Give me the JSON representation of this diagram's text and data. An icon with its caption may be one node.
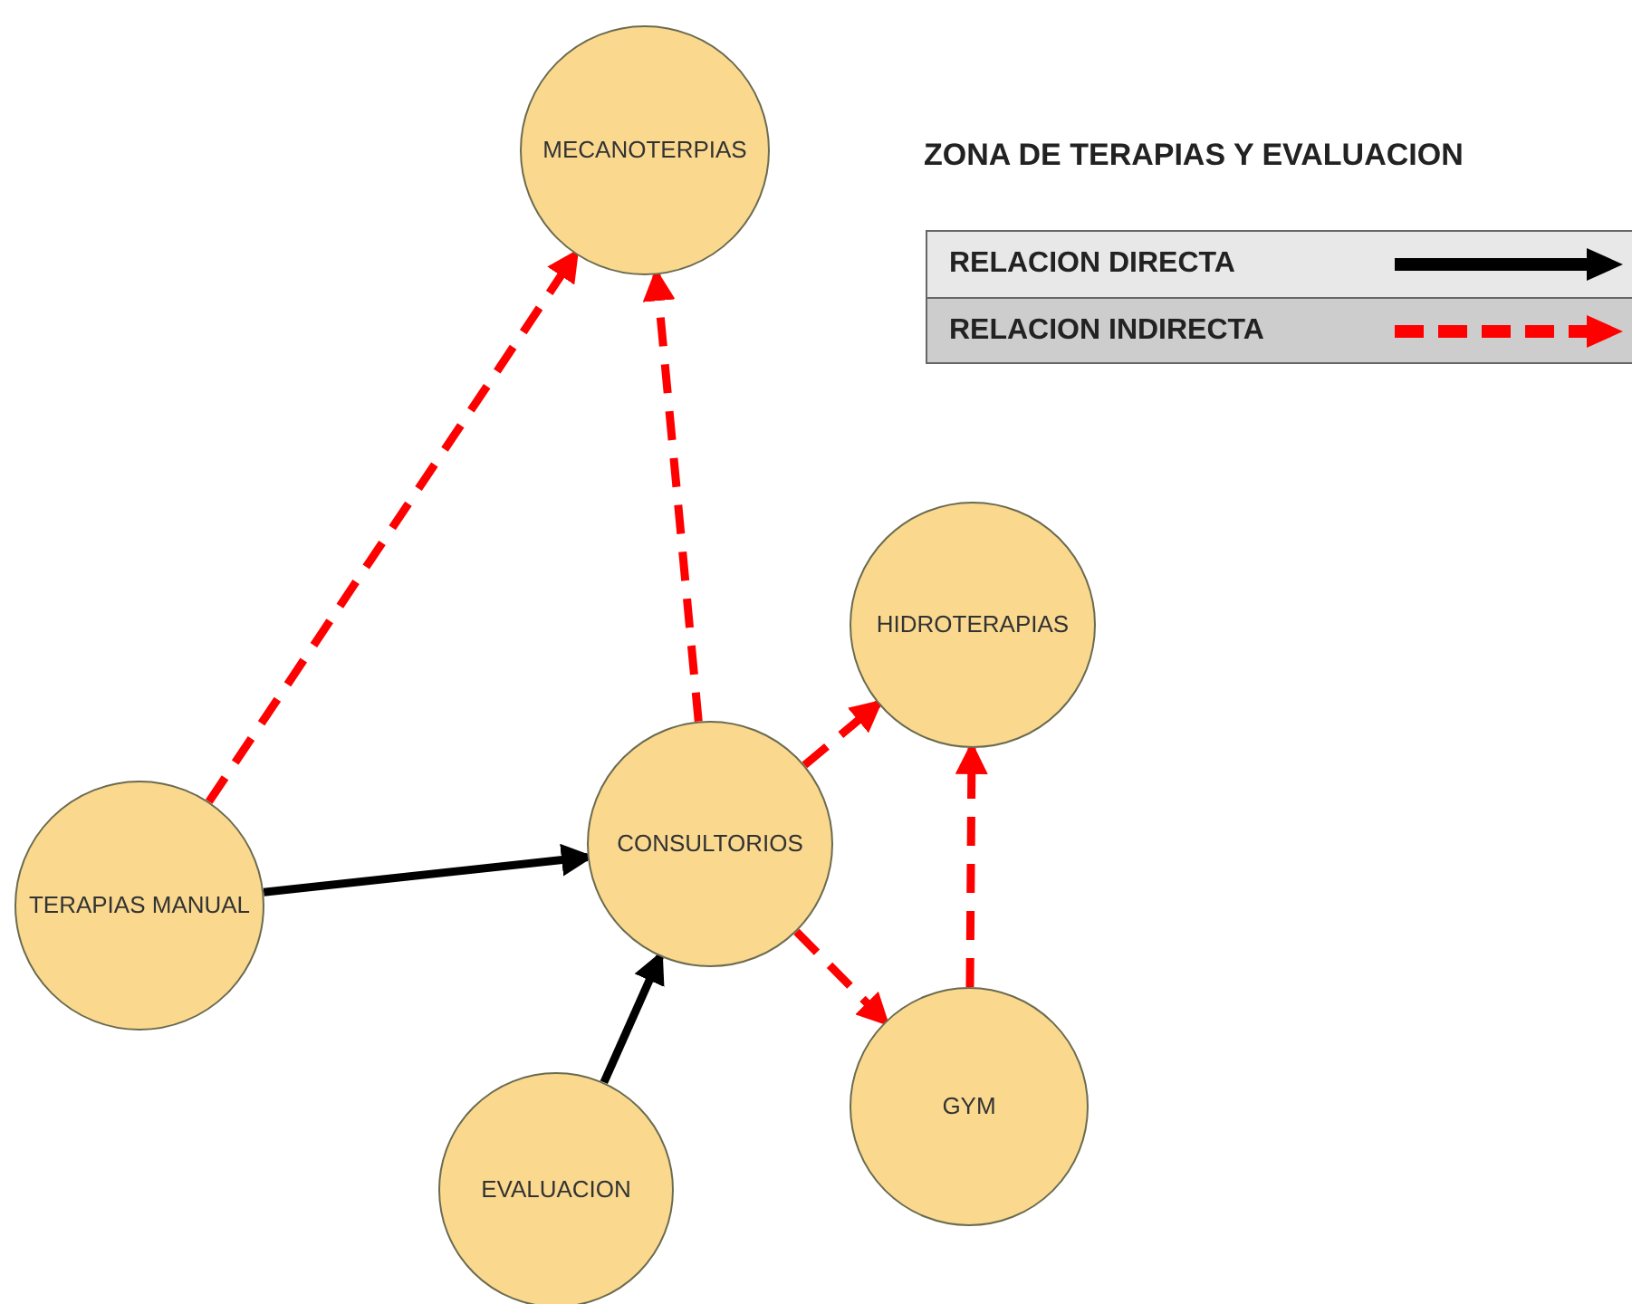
{
  "diagram": {
    "title": "ZONA DE TERAPIAS Y EVALUACION",
    "nodes": [
      {
        "text": [
          "MECANOTERPIAS"
        ]
      },
      {
        "text": [
          "HIDROTERAPIAS"
        ]
      },
      {
        "text": [
          "CONSULTORIOS"
        ]
      },
      {
        "text": [
          "TERAPIAS MANUAL"
        ]
      },
      {
        "text": [
          "GYM"
        ]
      },
      {
        "text": [
          "EVALUACION"
        ]
      }
    ],
    "edges": [
      {
        "from": 3,
        "to": 0,
        "arrow": "to",
        "style": "dashed"
      },
      {
        "from": 2,
        "to": 0,
        "arrow": "to",
        "style": "dashed"
      },
      {
        "from": 2,
        "to": 1,
        "arrow": "to",
        "style": "dashed"
      },
      {
        "from": 3,
        "to": 2,
        "arrow": "to",
        "color": "#000000"
      },
      {
        "from": 5,
        "to": 2,
        "arrow": "to",
        "color": "#000000"
      },
      {
        "from": 2,
        "to": 4,
        "arrow": "to",
        "style": "dashed"
      },
      {
        "from": 4,
        "to": 1,
        "arrow": "to",
        "style": "dashed"
      }
    ],
    "legend": [
      {
        "text": "RELACION DIRECTA"
      },
      {
        "text": "RELACION INDIRECTA"
      }
    ]
  }
}
